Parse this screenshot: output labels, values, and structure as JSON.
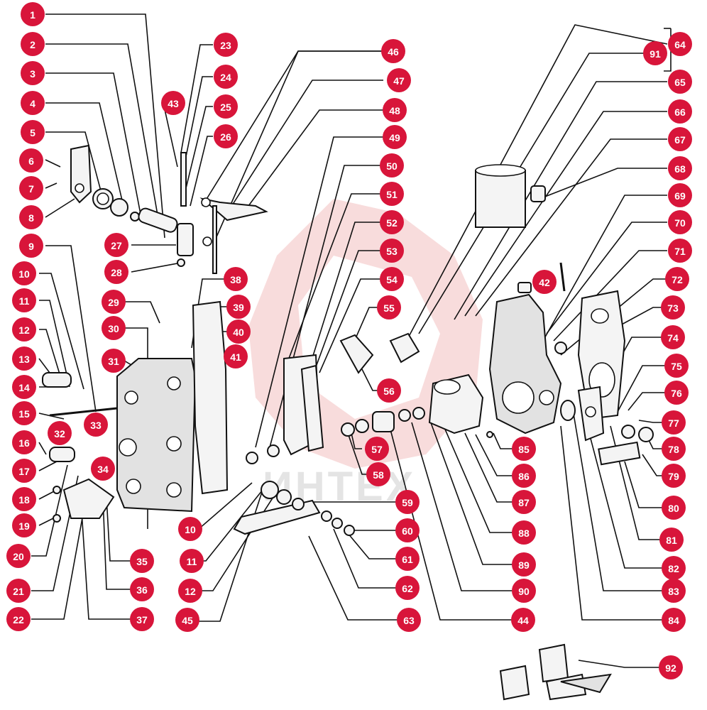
{
  "colors": {
    "callout": "#d8153a",
    "callout_text": "#ffffff",
    "ink": "#111111",
    "watermark": "#f2c0c0"
  },
  "watermark_text": "ИНТЕХ",
  "callouts": [
    "1",
    "2",
    "3",
    "4",
    "5",
    "6",
    "7",
    "8",
    "9",
    "10",
    "11",
    "12",
    "13",
    "14",
    "15",
    "16",
    "17",
    "18",
    "19",
    "20",
    "21",
    "22",
    "23",
    "24",
    "25",
    "26",
    "27",
    "28",
    "29",
    "30",
    "31",
    "32",
    "33",
    "34",
    "35",
    "36",
    "37",
    "38",
    "39",
    "40",
    "41",
    "42",
    "43",
    "44",
    "45",
    "46",
    "47",
    "48",
    "49",
    "50",
    "51",
    "52",
    "53",
    "54",
    "55",
    "56",
    "57",
    "58",
    "59",
    "60",
    "61",
    "62",
    "63",
    "64",
    "65",
    "66",
    "67",
    "68",
    "69",
    "70",
    "71",
    "72",
    "73",
    "74",
    "75",
    "76",
    "77",
    "78",
    "79",
    "80",
    "81",
    "82",
    "83",
    "84",
    "85",
    "86",
    "87",
    "88",
    "89",
    "90",
    "91",
    "92",
    "10",
    "11",
    "12"
  ]
}
